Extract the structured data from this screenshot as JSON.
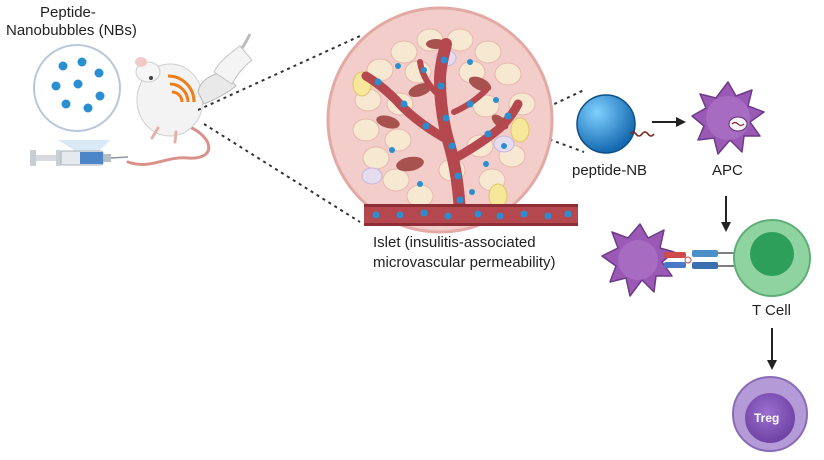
{
  "labels": {
    "nb_title_line1": "Peptide-",
    "nb_title_line2": "Nanobubbles (NBs)",
    "islet_caption_line1": "Islet (insulitis-associated",
    "islet_caption_line2": "microvascular permeability)",
    "peptide_nb": "peptide-NB",
    "apc": "APC",
    "t_cell": "T Cell",
    "treg": "Treg"
  },
  "colors": {
    "nanobubble": "#2a8fd0",
    "apc": "#9b59b6",
    "t_cell_outer": "#8fd3a0",
    "t_cell_nucleus": "#2e9e5b",
    "treg": "#7a4fb0",
    "vessel": "#b5474f",
    "islet_bg": "#f3cdc9"
  }
}
